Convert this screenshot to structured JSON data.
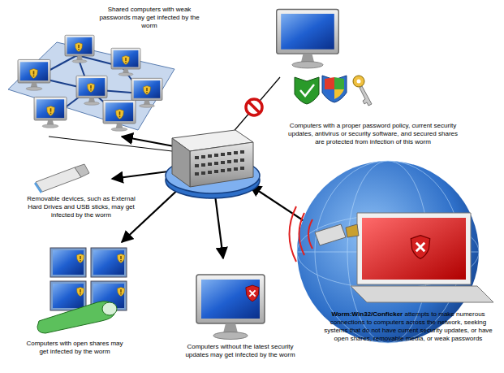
{
  "diagram": {
    "labels": [
      "Shared computers with weak passwords may get infected by the worm",
      "Computers with a proper password policy, current security updates, antivirus or security software, and secured shares are protected from infection of this worm",
      "Removable devices, such as External Hard Drives and USB sticks, may get infected by the worm",
      "Worm:Win32/Conficker",
      "attempts to make numerous connections to computers across the network, seeking systems that do not have current security updates, or have open shares, removable media, or weak passwords",
      "Computers with open shares may get infected by the worm",
      "Computers without the latest security updates may get infected by the worm"
    ]
  }
}
